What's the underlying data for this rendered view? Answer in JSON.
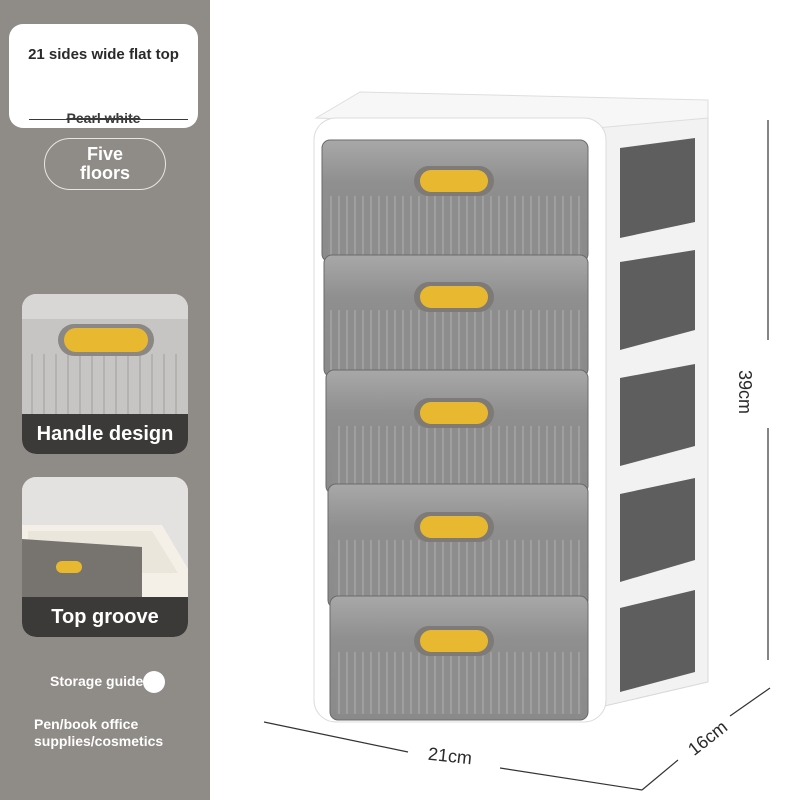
{
  "sidebar": {
    "title": "21 sides wide flat top",
    "color_option": "Pearl white",
    "floors": "Five floors",
    "features": [
      {
        "label": "Handle design"
      },
      {
        "label": "Top groove"
      }
    ],
    "guide_label": "Storage guide",
    "uses": [
      "Pen/book office",
      "supplies/cosmetics"
    ]
  },
  "dimensions": {
    "height": "39cm",
    "width": "21cm",
    "depth": "16cm"
  },
  "product": {
    "drawers": 5,
    "body_color": "#ffffff",
    "drawer_color": "#8f8f8f",
    "handle_color": "#e8b930"
  }
}
